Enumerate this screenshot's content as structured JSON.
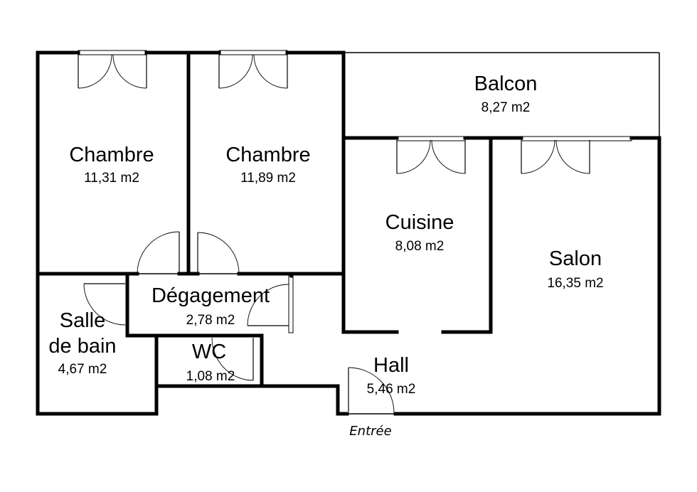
{
  "rooms": [
    {
      "id": "chambre-1",
      "name": "Chambre",
      "area": "11,31 m2"
    },
    {
      "id": "chambre-2",
      "name": "Chambre",
      "area": "11,89 m2"
    },
    {
      "id": "balcon",
      "name": "Balcon",
      "area": "8,27 m2"
    },
    {
      "id": "cuisine",
      "name": "Cuisine",
      "area": "8,08 m2"
    },
    {
      "id": "salon",
      "name": "Salon",
      "area": "16,35 m2"
    },
    {
      "id": "degagement",
      "name": "Dégagement",
      "area": "2,78 m2"
    },
    {
      "id": "salle-de-bain",
      "name_line1": "Salle",
      "name_line2": "de bain",
      "area": "4,67 m2"
    },
    {
      "id": "wc",
      "name": "WC",
      "area": "1,08 m2"
    },
    {
      "id": "hall",
      "name": "Hall",
      "area": "5,46 m2"
    }
  ],
  "entrance_label": "Entrée"
}
